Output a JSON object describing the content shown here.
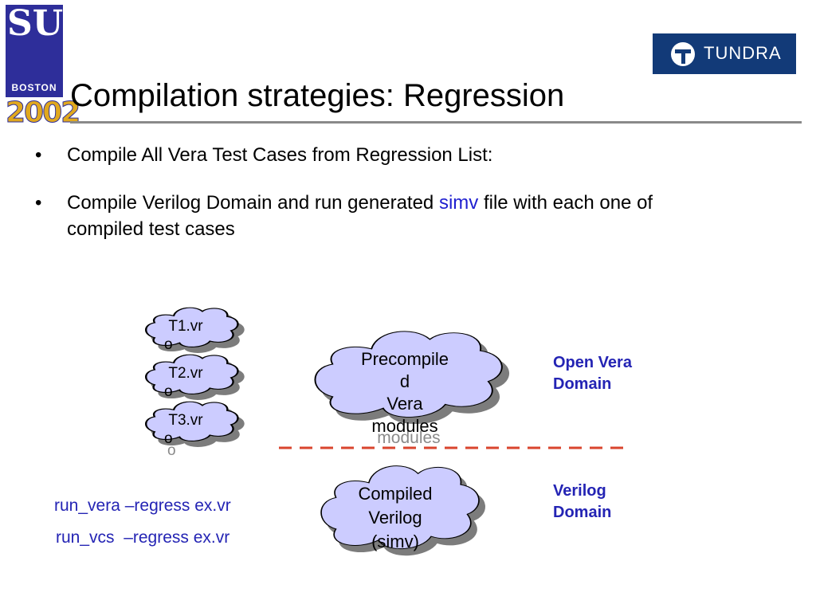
{
  "logo": {
    "letters": "SUG",
    "city": "BOSTON",
    "year": "2002",
    "brand": "TUNDRA"
  },
  "title": "Compilation strategies: Regression",
  "bullets": [
    {
      "text": "Compile All Vera Test Cases from Regression List:"
    },
    {
      "pre": "Compile Verilog Domain and run generated ",
      "highlight": "simv",
      "post": " file with each one of compiled test cases"
    }
  ],
  "bullet_symbol": "•",
  "clouds": {
    "t1": {
      "line1": "T1.vr",
      "line2": "o"
    },
    "t2": {
      "line1": "T2.vr",
      "line2": "o"
    },
    "t3": {
      "line1": "T3.vr",
      "line2": "o"
    },
    "precompiled": {
      "line1": "Precompile",
      "line2": "d",
      "line3": "Vera",
      "line4": "modules",
      "shadow": "modules"
    },
    "compiled": {
      "line1": "Compiled",
      "line2": "Verilog",
      "line3": "(simv)"
    }
  },
  "labels": {
    "vera_domain_1": "Open Vera",
    "vera_domain_2": "Domain",
    "verilog_domain_1": "Verilog",
    "verilog_domain_2": "Domain"
  },
  "commands": {
    "vera": "run_vera –regress ex.vr",
    "vcs": "run_vcs  –regress ex.vr"
  },
  "colors": {
    "cloud_fill": "#ccccff",
    "cloud_shadow": "#7c7c7c",
    "accent_text": "#2424b4",
    "divider": "#d9452e"
  }
}
